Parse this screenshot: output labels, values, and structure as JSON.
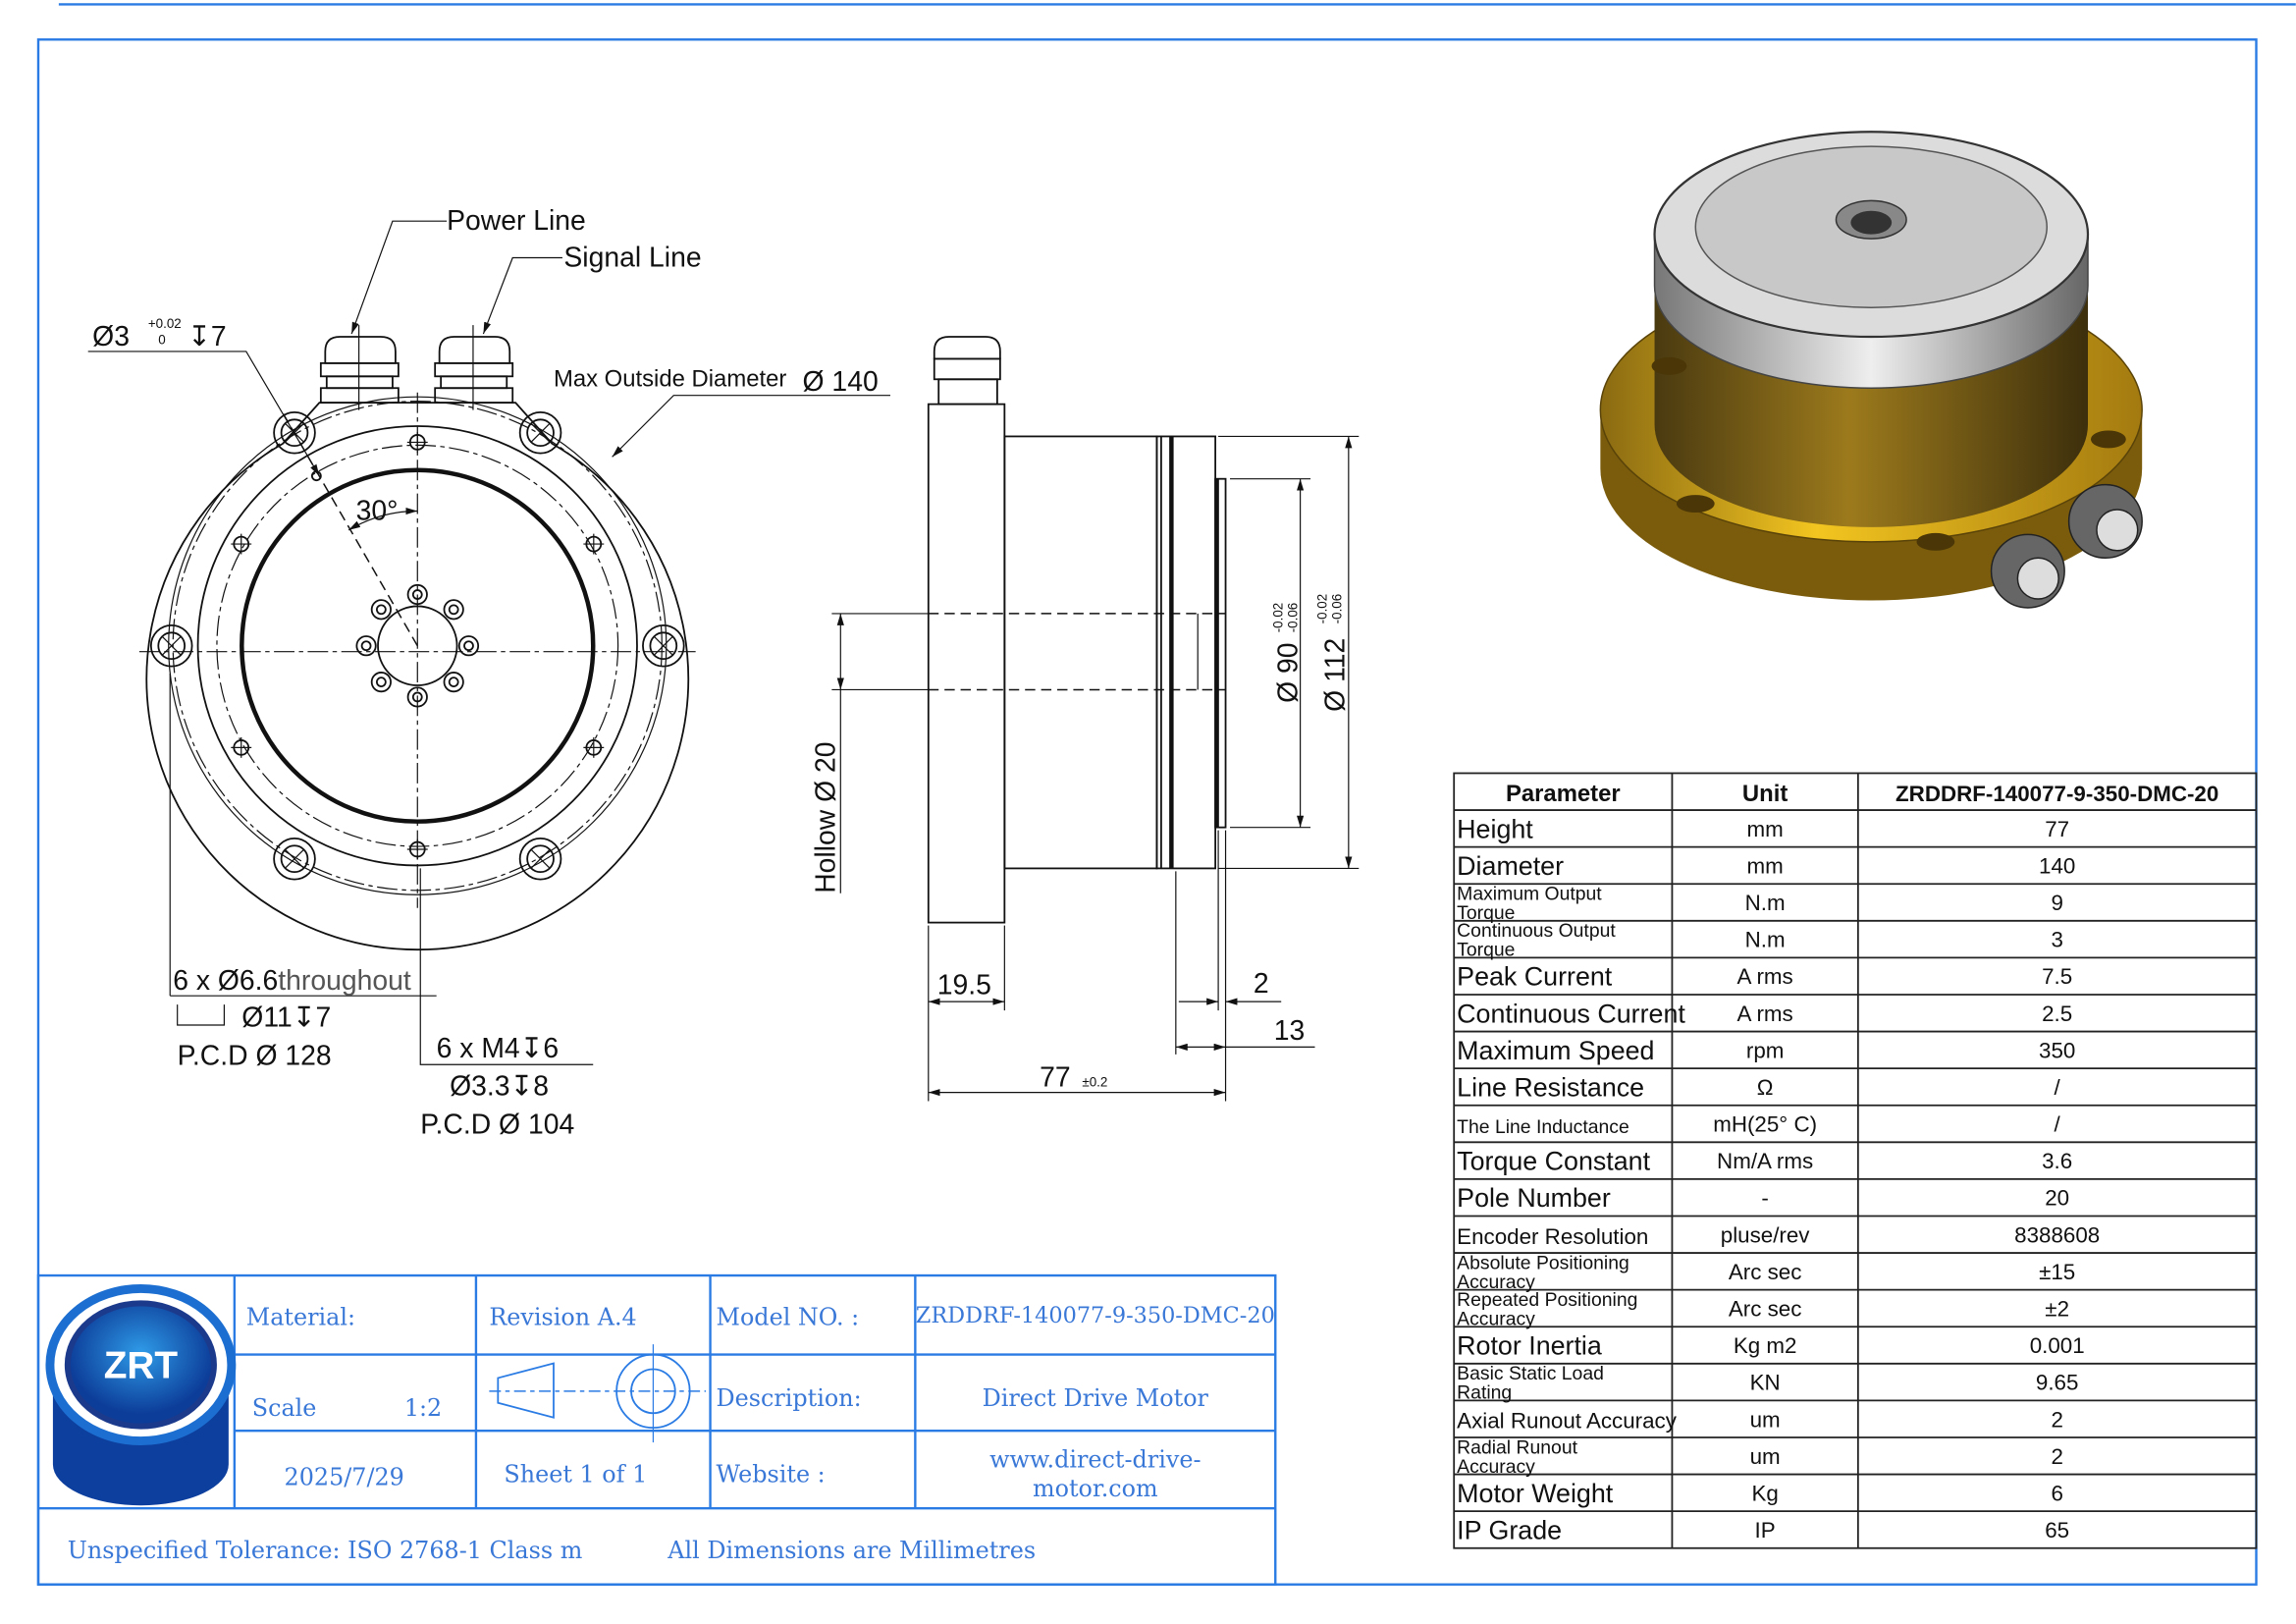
{
  "drawing": {
    "power_line": "Power Line",
    "signal_line": "Signal Line",
    "pin_hole": {
      "dia": "3",
      "tol_upper": "+0.02",
      "tol_lower": "0",
      "depth": "7"
    },
    "max_od_label": "Max Outside Diameter",
    "max_od_value": "140",
    "angle": "30°",
    "through_holes": {
      "qty": "6 x",
      "dia": "6.6",
      "suffix": "throughout",
      "cbore_dia": "11",
      "cbore_depth": "7",
      "pcd_label": "P.C.D",
      "pcd": "128"
    },
    "tapped_holes": {
      "spec": "6 x M4",
      "depth": "6",
      "drill_dia": "3.3",
      "drill_depth": "8",
      "pcd_label": "P.C.D",
      "pcd": "104"
    },
    "hollow": "Hollow",
    "hollow_dia": "20",
    "dia_90": "90",
    "dia_90_tol_upper": "-0.02",
    "dia_90_tol_lower": "-0.06",
    "dia_112": "112",
    "dia_112_tol_upper": "-0.02",
    "dia_112_tol_lower": "-0.06",
    "flange_thickness": "19.5",
    "step_2": "2",
    "step_13": "13",
    "height": "77",
    "height_tol": "±0.2",
    "diameter_symbol": "Ø",
    "depth_symbol": "↧"
  },
  "title_block": {
    "logo_text": "ZRT",
    "material_label": "Material:",
    "revision": "Revision A.4",
    "model_label": "Model NO. :",
    "model_value": "ZRDDRF-140077-9-350-DMC-20",
    "scale_label": "Scale",
    "scale_value": "1:2",
    "description_label": "Description:",
    "description_value": "Direct Drive Motor",
    "date": "2025/7/29",
    "sheet": "Sheet 1 of 1",
    "website_label": "Website :",
    "website_line1": "www.direct-drive-",
    "website_line2": "motor.com",
    "tolerance_note": "Unspecified Tolerance: ISO 2768-1 Class m",
    "units_note": "All Dimensions are Millimetres"
  },
  "spec_table": {
    "headers": [
      "Parameter",
      "Unit",
      "ZRDDRF-140077-9-350-DMC-20"
    ],
    "rows": [
      {
        "param": "Height",
        "unit": "mm",
        "value": "77"
      },
      {
        "param": "Diameter",
        "unit": "mm",
        "value": "140"
      },
      {
        "param": "Maximum Output Torque",
        "unit": "N.m",
        "value": "9"
      },
      {
        "param": "Continuous Output Torque",
        "unit": "N.m",
        "value": "3"
      },
      {
        "param": "Peak Current",
        "unit": "A rms",
        "value": "7.5"
      },
      {
        "param": "Continuous Current",
        "unit": "A rms",
        "value": "2.5"
      },
      {
        "param": "Maximum Speed",
        "unit": "rpm",
        "value": "350"
      },
      {
        "param": "Line Resistance",
        "unit": "Ω",
        "value": "/"
      },
      {
        "param": "The Line Inductance",
        "unit": "mH(25° C)",
        "value": "/"
      },
      {
        "param": "Torque Constant",
        "unit": "Nm/A rms",
        "value": "3.6"
      },
      {
        "param": "Pole Number",
        "unit": "-",
        "value": "20"
      },
      {
        "param": "Encoder Resolution",
        "unit": "pluse/rev",
        "value": "8388608"
      },
      {
        "param": "Absolute Positioning Accuracy",
        "unit": "Arc sec",
        "value": "±15"
      },
      {
        "param": "Repeated Positioning Accuracy",
        "unit": "Arc sec",
        "value": "±2"
      },
      {
        "param": "Rotor Inertia",
        "unit": "Kg m2",
        "value": "0.001"
      },
      {
        "param": "Basic Static Load Rating",
        "unit": "KN",
        "value": "9.65"
      },
      {
        "param": "Axial Runout Accuracy",
        "unit": "um",
        "value": "2"
      },
      {
        "param": "Radial Runout Accuracy",
        "unit": "um",
        "value": "2"
      },
      {
        "param": "Motor Weight",
        "unit": "Kg",
        "value": "6"
      },
      {
        "param": "IP Grade",
        "unit": "IP",
        "value": "65"
      }
    ]
  },
  "colors": {
    "frame": "#2a7be4",
    "title_text": "#3a78d8",
    "housing_gold": "#e8b923"
  }
}
